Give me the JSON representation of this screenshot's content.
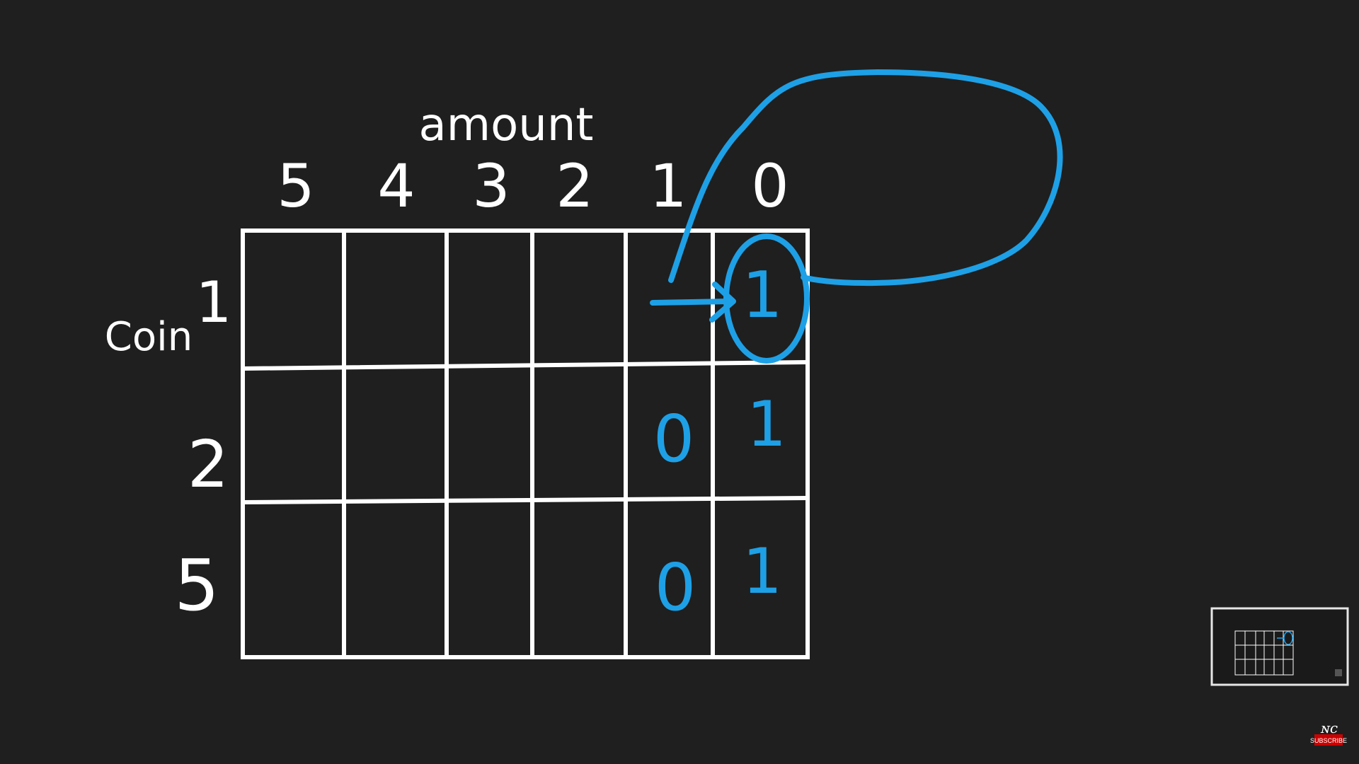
{
  "canvas": {
    "background": "#1f1f1f",
    "ink_white": "#ffffff",
    "ink_blue": "#1ea0e6"
  },
  "table": {
    "title": "amount",
    "row_axis_label": "Coin",
    "columns": [
      "5",
      "4",
      "3",
      "2",
      "1",
      "0"
    ],
    "rows": [
      "1",
      "2",
      "5"
    ],
    "cells": [
      [
        "",
        "",
        "",
        "",
        "",
        "1"
      ],
      [
        "",
        "",
        "",
        "",
        "0",
        "1"
      ],
      [
        "",
        "",
        "",
        "",
        "0",
        "1"
      ]
    ],
    "highlight": {
      "row": 0,
      "col": 5,
      "annotation": "arrow-from-left-and-loop"
    }
  },
  "thumbnail": {
    "label": "slide-preview"
  },
  "channel": {
    "logo_text": "ɴc",
    "subscribe_label": "SUBSCRIBE",
    "subscribe_color": "#cc0000"
  }
}
